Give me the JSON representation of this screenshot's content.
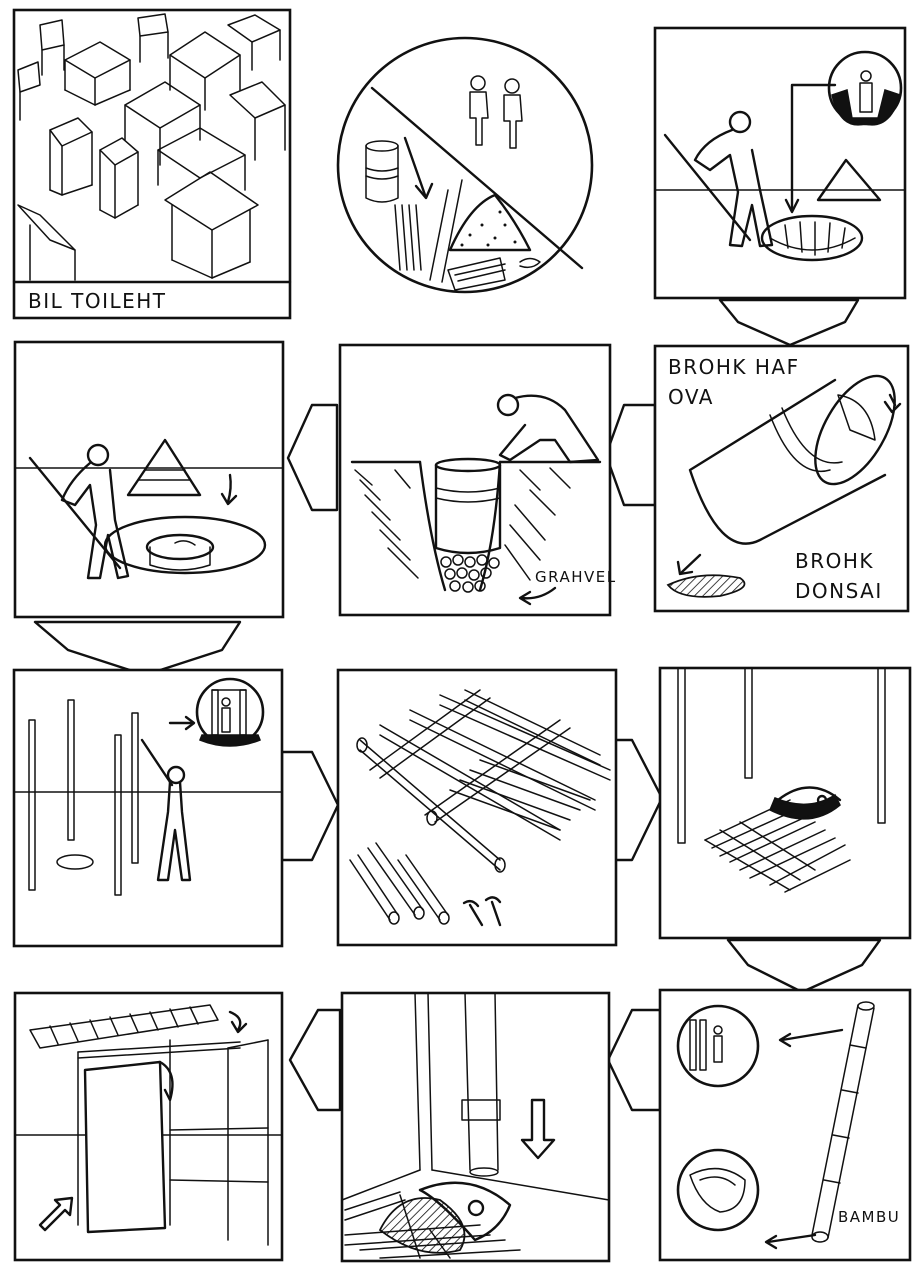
{
  "labels": {
    "bil_toileht": "BIL TOILEHT",
    "brohk_haf_ova_1": "BROHK HAF",
    "brohk_haf_ova_2": "OVA",
    "brohk_donsai_1": "BROHK",
    "brohk_donsai_2": "DONSAI",
    "grahvel": "GRAHVEL",
    "bambu": "BAMBU"
  },
  "colors": {
    "ink": "#111111",
    "paper": "#ffffff"
  }
}
